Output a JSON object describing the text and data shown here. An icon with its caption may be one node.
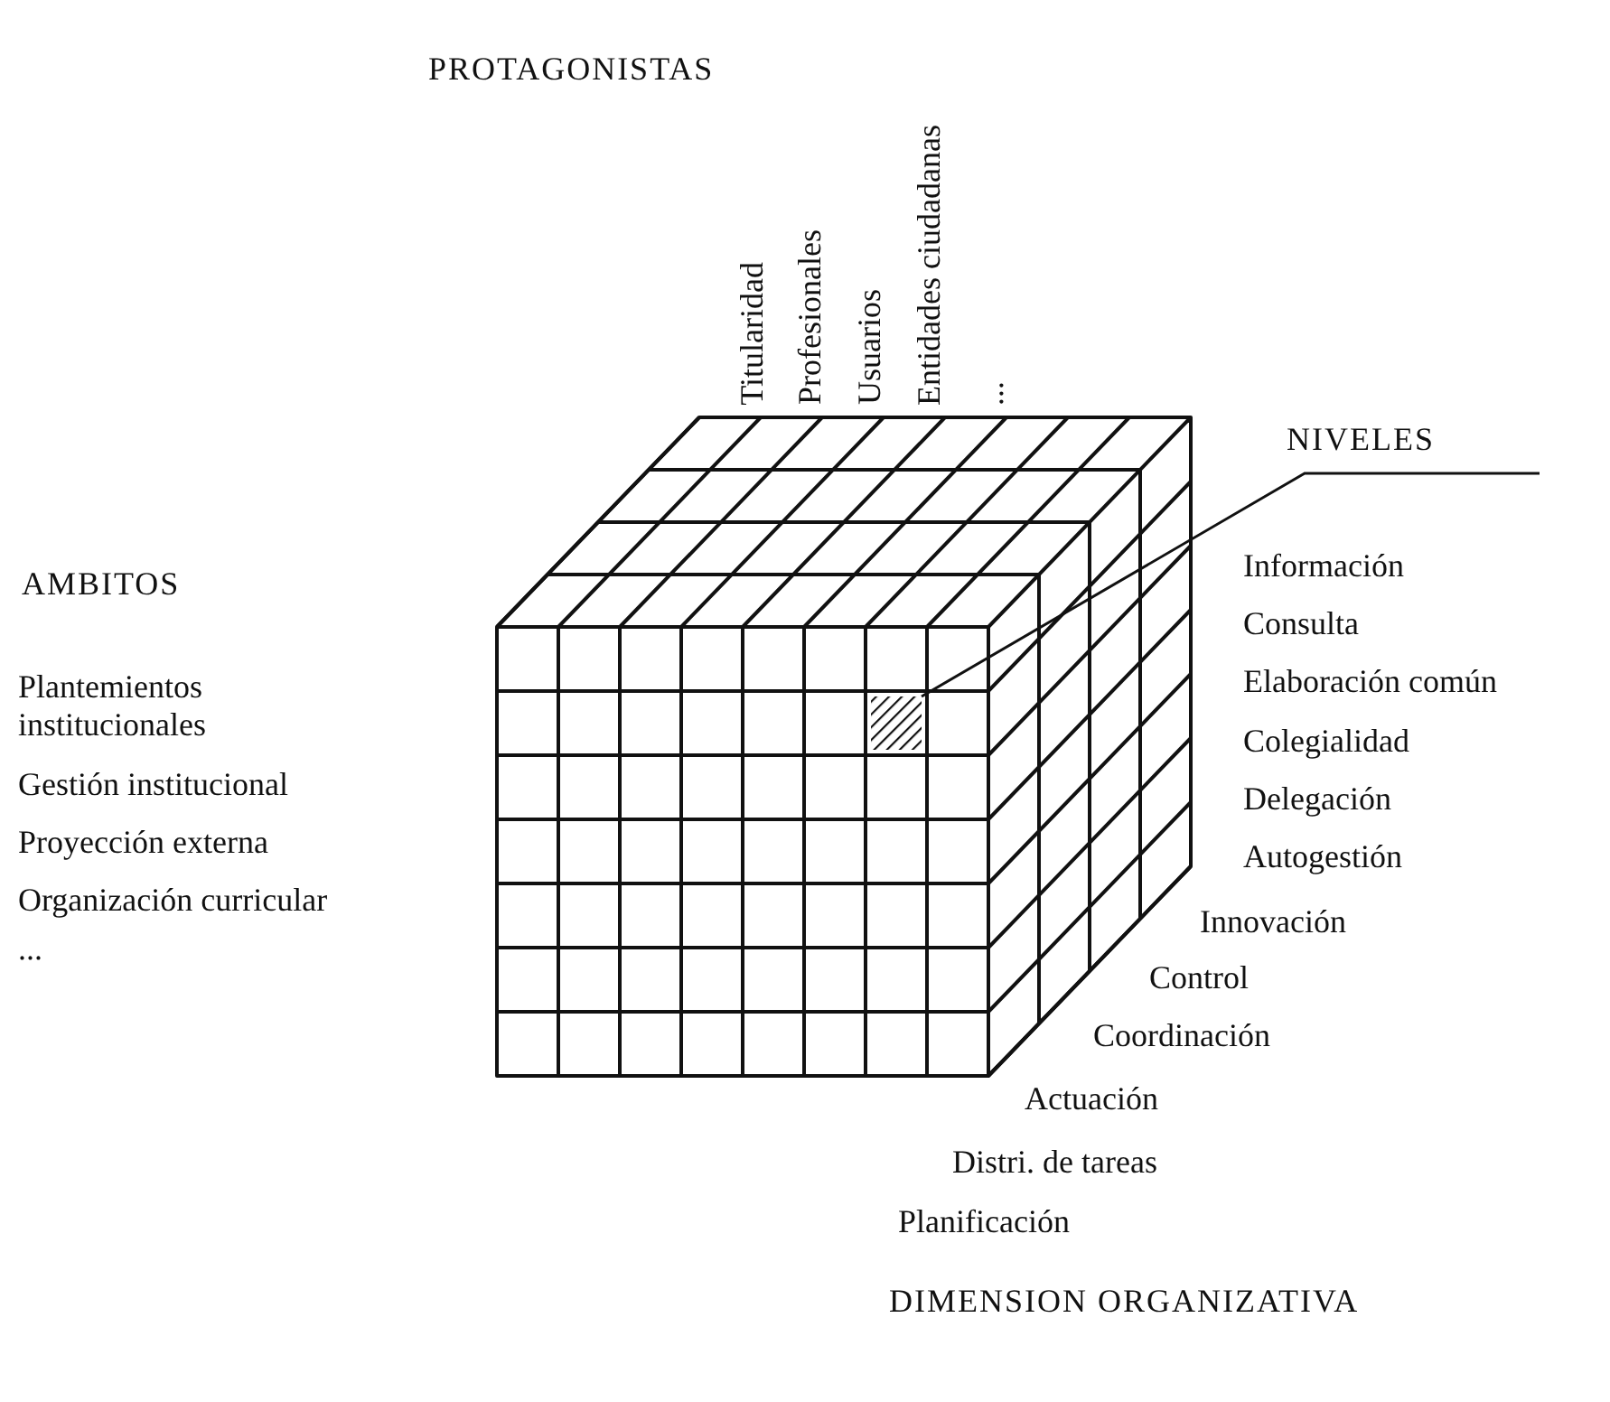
{
  "diagram": {
    "nodes": [
      {
        "text": [
          "NIVELES"
        ]
      },
      {
        "text": [],
        "shape": "box"
      }
    ],
    "edges": [
      {
        "from": 0,
        "to": 1,
        "arrow": "none"
      }
    ],
    "labels": [
      "PROTAGONISTAS",
      "Titularidad",
      "Profesionales",
      "Usuarios",
      "Entidades ciudadanas",
      "...",
      "AMBITOS",
      "Plantemientos institucionales",
      "Gestión institucional",
      "Proyección externa",
      "Organización curricular",
      "...",
      "Información",
      "Consulta",
      "Elaboración común",
      "Colegialidad",
      "Delegación",
      "Autogestión",
      "Innovación",
      "Control",
      "Coordinación",
      "Actuación",
      "Distri. de tareas",
      "Planificación",
      "DIMENSION ORGANIZATIVA"
    ]
  }
}
